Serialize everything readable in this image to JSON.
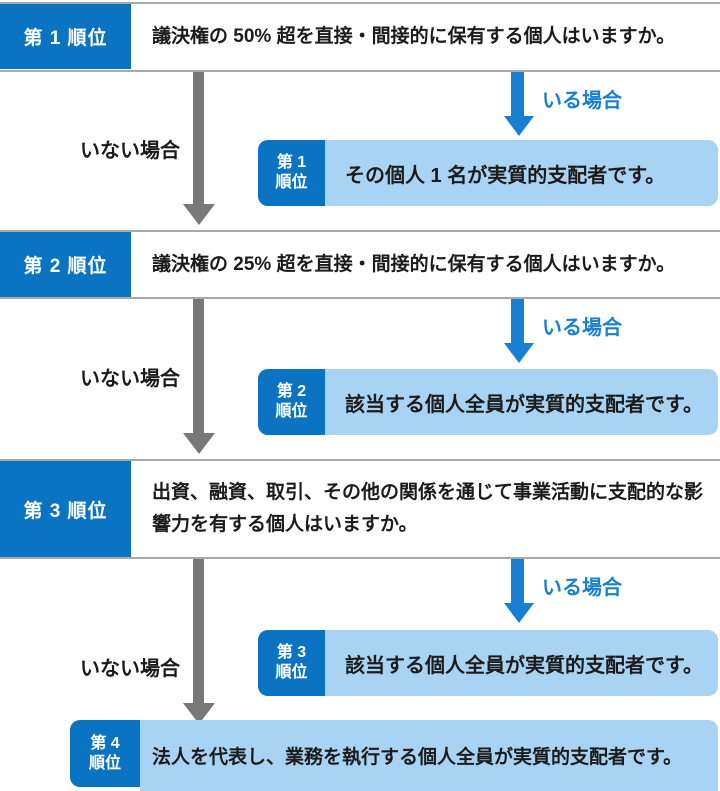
{
  "colors": {
    "primary_blue": "#0b74c2",
    "arrow_blue": "#187fd2",
    "light_blue": "#a8d3f3",
    "gray_arrow": "#787878",
    "separator_gray": "#a9a9a9",
    "text_black": "#1b1b1b"
  },
  "steps": [
    {
      "rank": "第 1 順位",
      "question": "議決権の 50% 超を直接・間接的に保有する個人はいますか。",
      "yes_label": "いる場合",
      "no_label": "いない場合",
      "result": {
        "rank_line1": "第 1",
        "rank_line2": "順位",
        "text": "その個人 1 名が実質的支配者です。"
      }
    },
    {
      "rank": "第 2 順位",
      "question": "議決権の 25% 超を直接・間接的に保有する個人はいますか。",
      "yes_label": "いる場合",
      "no_label": "いない場合",
      "result": {
        "rank_line1": "第 2",
        "rank_line2": "順位",
        "text": "該当する個人全員が実質的支配者です。"
      }
    },
    {
      "rank": "第 3 順位",
      "question": "出資、融資、取引、その他の関係を通じて事業活動に支配的な影響力を有する個人はいますか。",
      "yes_label": "いる場合",
      "no_label": "いない場合",
      "result": {
        "rank_line1": "第 3",
        "rank_line2": "順位",
        "text": "該当する個人全員が実質的支配者です。"
      }
    }
  ],
  "final": {
    "rank_line1": "第 4",
    "rank_line2": "順位",
    "text": "法人を代表し、業務を執行する個人全員が実質的支配者です。"
  }
}
